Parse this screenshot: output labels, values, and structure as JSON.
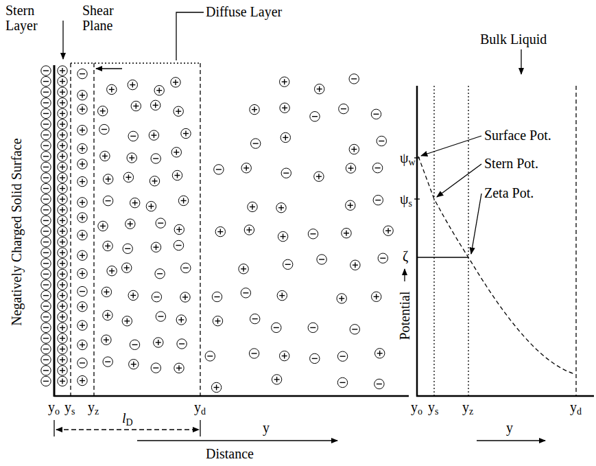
{
  "diagram": {
    "labels": [
      "Stern Layer",
      "Shear Plane",
      "Diffuse Layer",
      "Bulk Liquid",
      "Negatively Charged Solid Surface",
      "yo",
      "ys",
      "yz",
      "yd",
      "lD",
      "y",
      "Distance",
      "Surface Pot.",
      "Stern Pot.",
      "Zeta Pot.",
      "ψw",
      "ψs",
      "ζ",
      "Potential",
      "yo",
      "ys",
      "yz",
      "yd",
      "y"
    ]
  }
}
